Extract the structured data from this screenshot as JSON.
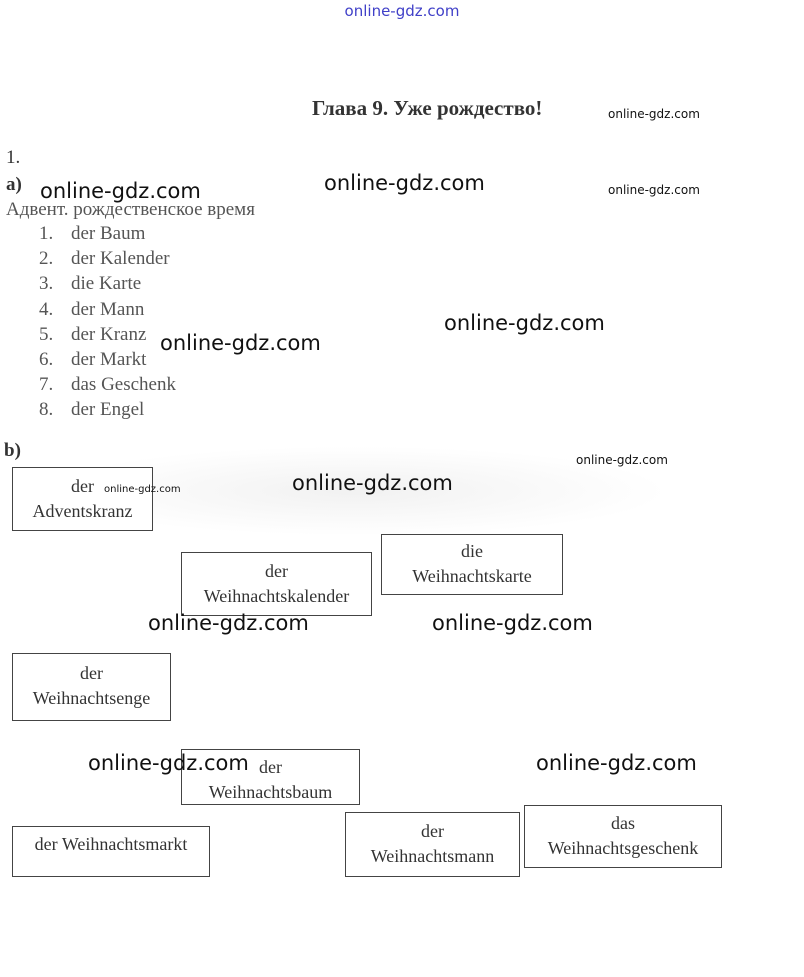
{
  "watermarks": {
    "top": "online-gdz.com",
    "text": "online-gdz.com"
  },
  "chapter_title": "Глава 9. Уже рождество!",
  "exercise_number": "1.",
  "part_a": {
    "label": "a)",
    "intro": "Адвент. рождественское время",
    "items": [
      {
        "n": "1.",
        "word": "der Baum"
      },
      {
        "n": "2.",
        "word": "der Kalender"
      },
      {
        "n": "3.",
        "word": "die Karte"
      },
      {
        "n": "4.",
        "word": "der Mann"
      },
      {
        "n": "5.",
        "word": "der Kranz"
      },
      {
        "n": "6.",
        "word": "der Markt"
      },
      {
        "n": "7.",
        "word": "das Geschenk"
      },
      {
        "n": "8.",
        "word": "der Engel"
      }
    ]
  },
  "part_b": {
    "label": "b)",
    "boxes": [
      {
        "line1": "der",
        "line2": "Adventskranz"
      },
      {
        "line1": "der",
        "line2": "Weihnachtskalender"
      },
      {
        "line1": "die",
        "line2": "Weihnachtskarte"
      },
      {
        "line1": "der",
        "line2": "Weihnachtsenge"
      },
      {
        "line1": "der",
        "line2": "Weihnachtsbaum"
      },
      {
        "line1": "der Weihnachtsmarkt",
        "line2": ""
      },
      {
        "line1": "der",
        "line2": "Weihnachtsmann"
      },
      {
        "line1": "das",
        "line2": "Weihnachtsgeschenk"
      }
    ]
  }
}
